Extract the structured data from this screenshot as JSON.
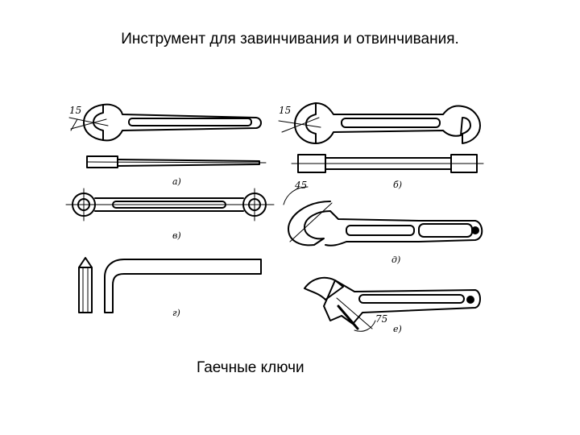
{
  "slide": {
    "title": "Инструмент для завинчивания и отвинчивания.",
    "caption": "Гаечные ключи"
  },
  "figure": {
    "labels": {
      "a": "а)",
      "b": "б)",
      "v": "в)",
      "g": "г)",
      "d": "д)",
      "e": "е)"
    },
    "angles": {
      "a": "15",
      "b": "15",
      "d": "45",
      "e": "75"
    }
  }
}
